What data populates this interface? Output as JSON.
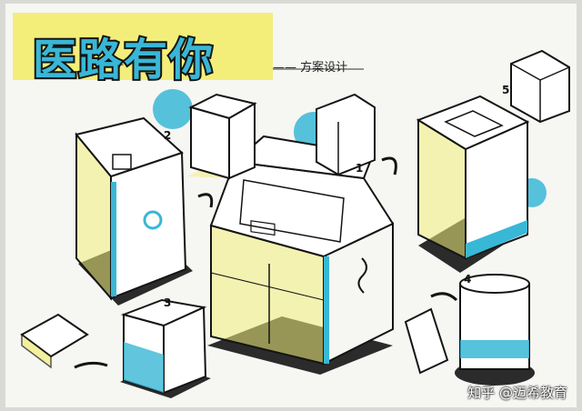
{
  "title": "医路有你",
  "subtitle": "—— 方案设计",
  "watermark": "知乎 @迈希教育",
  "markers": [
    "1",
    "2",
    "3",
    "4",
    "5"
  ],
  "colors": {
    "paper": "#f6f6f3",
    "accent": "#39b7d6",
    "highlight": "#f3ee7a",
    "ink": "#141414",
    "shadow": "#2b2b2b"
  }
}
